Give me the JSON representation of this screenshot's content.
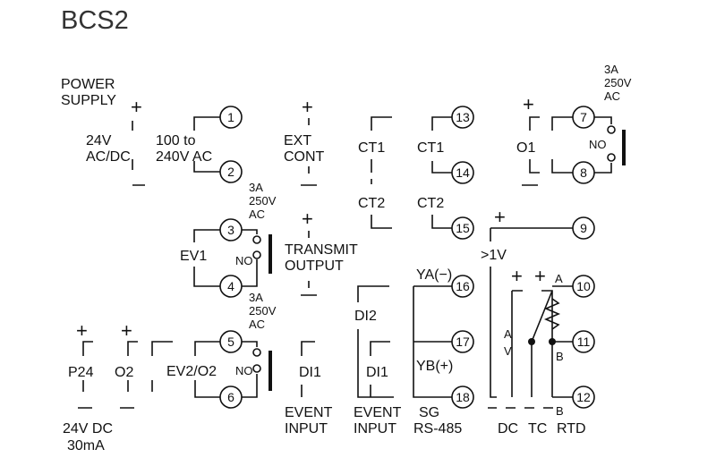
{
  "title": "BCS2",
  "terminals": [
    "1",
    "2",
    "3",
    "4",
    "5",
    "6",
    "7",
    "8",
    "9",
    "10",
    "11",
    "12",
    "13",
    "14",
    "15",
    "16",
    "17",
    "18"
  ],
  "labels": {
    "power_supply_1": "POWER",
    "power_supply_2": "SUPPLY",
    "v24_1": "24V",
    "v24_2": "AC/DC",
    "v100_1": "100 to",
    "v100_2": "240V AC",
    "ext_1": "EXT",
    "ext_2": "CONT",
    "ct1_left": "CT1",
    "ct2_left": "CT2",
    "ct1_right": "CT1",
    "ct2_right": "CT2",
    "o1": "O1",
    "ev1": "EV1",
    "transmit_1": "TRANSMIT",
    "transmit_2": "OUTPUT",
    "gt1v": ">1V",
    "ya": "YA(−)",
    "yb": "YB(+)",
    "di2": "DI2",
    "di1_a": "DI1",
    "di1_b": "DI1",
    "p24": "P24",
    "o2": "O2",
    "ev2o2": "EV2/O2",
    "v24dc_1": "24V DC",
    "v24dc_2": "30mA",
    "event_input_a1": "EVENT",
    "event_input_a2": "INPUT",
    "event_input_b1": "EVENT",
    "event_input_b2": "INPUT",
    "sg": "SG",
    "rs485": "RS-485",
    "dc": "DC",
    "tc": "TC",
    "rtd": "RTD",
    "no_ev1": "NO",
    "no_ev2": "NO",
    "no_o1": "NO",
    "relay_ev1_1": "3A",
    "relay_ev1_2": "250V",
    "relay_ev1_3": "AC",
    "relay_ev2_1": "3A",
    "relay_ev2_2": "250V",
    "relay_ev2_3": "AC",
    "relay_o1_1": "3A",
    "relay_o1_2": "250V",
    "relay_o1_3": "AC",
    "a_top": "A",
    "a_left": "A",
    "v_left": "V",
    "b_mid": "B",
    "b_bot": "B",
    "plus": "+",
    "minus": "−"
  }
}
